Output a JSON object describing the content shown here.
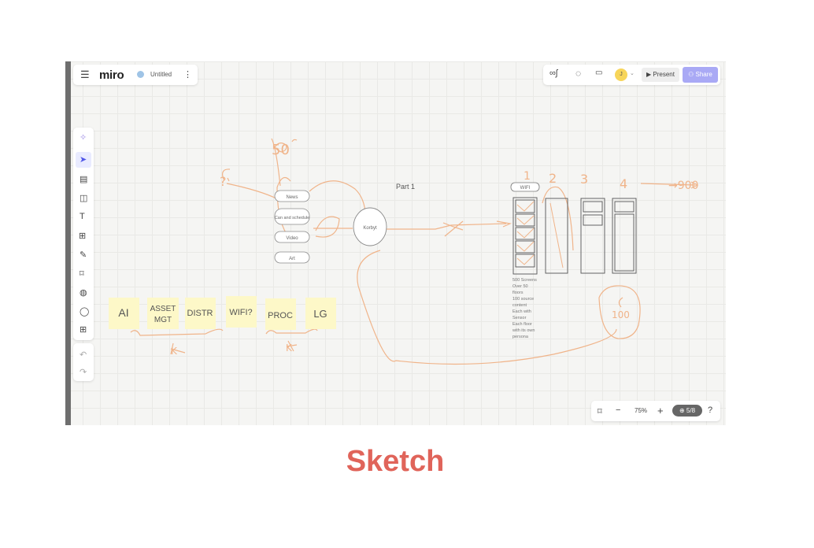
{
  "header": {
    "menu_icon": "hamburger-icon",
    "brand": "miro",
    "board_title": "Untitled",
    "more_icon": "vertical-dots-icon"
  },
  "top_right": {
    "user_initial": "J",
    "present_label": "Present",
    "share_label": "Share"
  },
  "toolbar": {
    "items": [
      "sparkle-icon",
      "select-icon",
      "frame-icon",
      "sticky-note-icon",
      "text-icon",
      "shapes-icon",
      "pen-icon",
      "crop-frame-icon",
      "palette-icon",
      "comment-icon",
      "add-icon",
      "undo-icon",
      "redo-icon"
    ]
  },
  "board": {
    "part_label": "Part 1",
    "handwritten": [
      "50",
      "?",
      "1",
      "2",
      "3",
      "4",
      "→900",
      "100",
      "K",
      "K"
    ],
    "pill_list": [
      "News",
      "Can and schedule",
      "Video",
      "Art"
    ],
    "circle_label": "Korbyt",
    "wifi_tag": "WIFI",
    "note_lines": [
      "500 Screens",
      "Over 50",
      "floors",
      "100 source",
      "content",
      "Each with",
      "Sensor",
      "Each floor",
      "with its own",
      "persona"
    ],
    "sticky_notes": [
      "AI",
      "ASSET MGT",
      "DISTR",
      "WIFI?",
      "PROC",
      "LG"
    ]
  },
  "zoom": {
    "level": "75%",
    "pages": "5/8"
  },
  "caption": "Sketch",
  "colors": {
    "accent": "#a9a9f5",
    "sketch": "#f0b48a",
    "sticky": "#fdf8c8",
    "caption": "#e0645a"
  }
}
